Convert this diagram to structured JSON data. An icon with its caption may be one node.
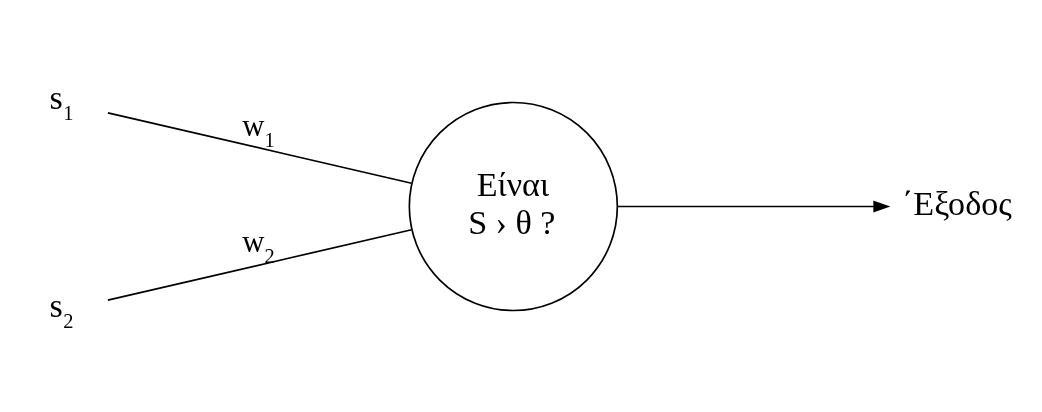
{
  "diagram": {
    "nodes": [
      {
        "text": [
          "s$_{1}$"
        ]
      },
      {
        "text": [
          "s$_{2}$"
        ]
      },
      {
        "text": [
          "Είναι",
          "S › θ ?"
        ]
      },
      {
        "text": [
          "΄Εξοδος"
        ]
      }
    ],
    "edges": [
      {
        "from": 0,
        "to": 2,
        "arrow": "none",
        "label": "w$_{1}$"
      },
      {
        "from": 1,
        "to": 2,
        "arrow": "none",
        "label": "w$_{2}$"
      },
      {
        "from": 2,
        "to": 3,
        "arrow": "to"
      }
    ]
  }
}
